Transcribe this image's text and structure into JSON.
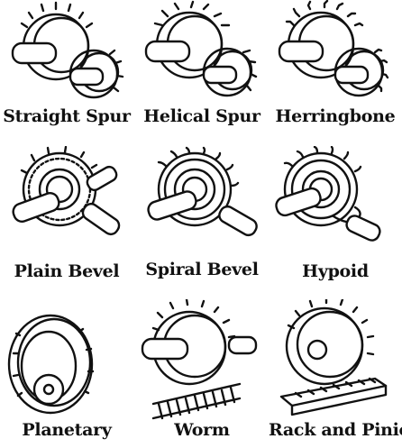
{
  "gears": [
    {
      "label": "Straight Spur",
      "icon": "straight-spur-gear-icon"
    },
    {
      "label": "Helical Spur",
      "icon": "helical-spur-gear-icon"
    },
    {
      "label": "Herringbone",
      "icon": "herringbone-gear-icon"
    },
    {
      "label": "Plain Bevel",
      "icon": "plain-bevel-gear-icon"
    },
    {
      "label": "Spiral Bevel",
      "icon": "spiral-bevel-gear-icon"
    },
    {
      "label": "Hypoid",
      "icon": "hypoid-gear-icon"
    },
    {
      "label": "Planetary",
      "icon": "planetary-gear-icon"
    },
    {
      "label": "Worm",
      "icon": "worm-gear-icon"
    },
    {
      "label": "Rack and Pinion",
      "icon": "rack-and-pinion-gear-icon"
    }
  ]
}
